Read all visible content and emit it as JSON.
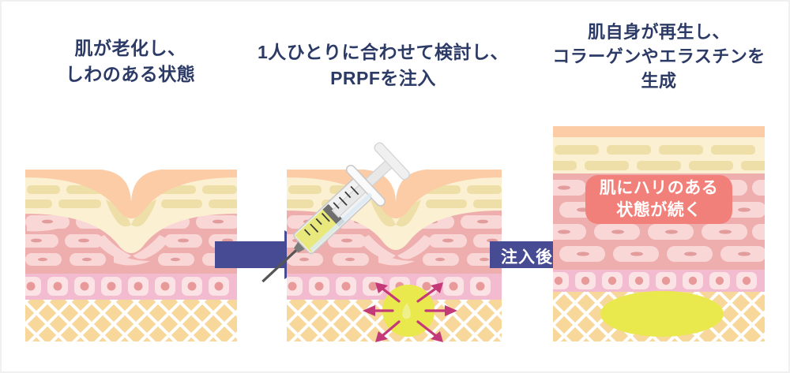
{
  "figure": {
    "title_semantic": "prpf-skin-regeneration-process",
    "background": "#ffffff"
  },
  "panels": [
    {
      "id": "before",
      "heading": "肌が老化し、\nしわのある状態",
      "heading_color": "#2c3a66",
      "skin": {
        "state": "wrinkled",
        "layers": [
          {
            "name": "surface",
            "label": "表面",
            "color": "#FBCCA6"
          },
          {
            "name": "epidermis",
            "label": "表皮",
            "color": "#FBF0D2",
            "brick_color": "#EEDFA8"
          },
          {
            "name": "dermis",
            "label": "真皮",
            "color": "#EFAEAE",
            "cell_color": "#F9D7D7"
          },
          {
            "name": "basal",
            "label": "基底層",
            "color": "#F2BBD0",
            "cell_color": "#FBE2E4",
            "nucleus_color": "#E89A9A"
          },
          {
            "name": "subcutaneous",
            "label": "皮下組織",
            "color": "#F8D79B",
            "mesh_color": "#FFFFFF"
          }
        ]
      }
    },
    {
      "id": "injection",
      "heading": "1人ひとりに合わせて検討し、\nPRPFを注入",
      "heading_color": "#2c3a66",
      "skin": {
        "state": "wrinkled-with-injection",
        "layers": [
          {
            "name": "surface",
            "label": "表面",
            "color": "#FBCCA6"
          },
          {
            "name": "epidermis",
            "label": "表皮",
            "color": "#FBF0D2",
            "brick_color": "#EEDFA8"
          },
          {
            "name": "dermis",
            "label": "真皮",
            "color": "#EFAEAE",
            "cell_color": "#F9D7D7"
          },
          {
            "name": "basal",
            "label": "基底層",
            "color": "#F2BBD0",
            "cell_color": "#FBE2E4",
            "nucleus_color": "#E89A9A"
          },
          {
            "name": "subcutaneous",
            "label": "皮下組織",
            "color": "#F8D79B",
            "mesh_color": "#FFFFFF"
          }
        ]
      },
      "syringe": {
        "label": "PRPF syringe",
        "barrel_color": "#EFEFEF",
        "fluid_color": "#E8E87C",
        "plunger_color": "#E4E4E4",
        "stopper_color": "#6E6E6E",
        "needle_color": "#555555"
      },
      "injection_site": {
        "blob_color": "#E9E94E",
        "arrow_color": "#C43A78",
        "arrow_count": 8
      }
    },
    {
      "id": "after",
      "heading": "肌自身が再生し、\nコラーゲンやエラスチンを\n生成",
      "heading_color": "#2c3a66",
      "skin": {
        "state": "smooth-regenerated",
        "layers": [
          {
            "name": "surface",
            "label": "表面",
            "color": "#FBCCA6"
          },
          {
            "name": "epidermis",
            "label": "表皮",
            "color": "#FBF0D2",
            "brick_color": "#EEDFA8"
          },
          {
            "name": "dermis",
            "label": "真皮",
            "color": "#EFAEAE",
            "cell_color": "#F9D7D7"
          },
          {
            "name": "basal",
            "label": "基底層",
            "color": "#F2BBD0",
            "cell_color": "#FBE2E4",
            "nucleus_color": "#E89A9A"
          },
          {
            "name": "subcutaneous",
            "label": "皮下組織",
            "color": "#F8D79B",
            "mesh_color": "#FFFFFF"
          }
        ]
      },
      "filler": {
        "shape": "ellipse",
        "color": "#E9E94E"
      },
      "callout": {
        "text": "肌にハリのある\n状態が続く",
        "background": "#F2807A",
        "text_color": "#FFFFFF"
      }
    }
  ],
  "arrows": [
    {
      "id": "arrow-1",
      "label": "",
      "color": "#474B94"
    },
    {
      "id": "arrow-2",
      "label": "注入後",
      "color": "#474B94",
      "label_color": "#FFFFFF"
    }
  ],
  "colors": {
    "heading": "#2c3a66",
    "arrow": "#474B94",
    "callout": "#F2807A",
    "filler": "#E9E94E",
    "surface": "#FBCCA6",
    "epidermis": "#FBF0D2",
    "dermis": "#EFAEAE",
    "basal": "#F2BBD0",
    "subcutaneous": "#F8D79B"
  }
}
